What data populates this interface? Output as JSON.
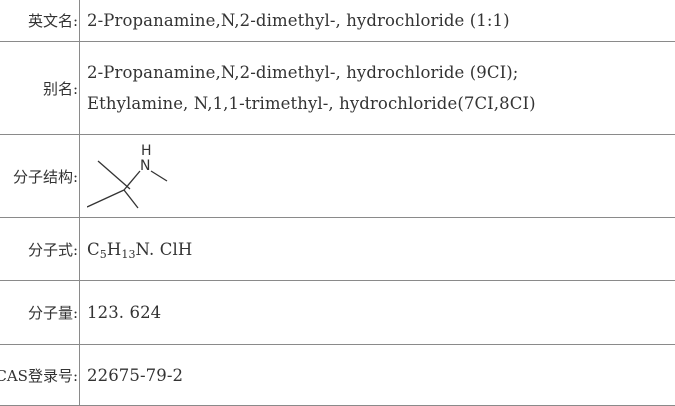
{
  "rows": {
    "english_name": {
      "label": "英文名:",
      "value": "2-Propanamine,N,2-dimethyl-, hydrochloride (1:1)"
    },
    "alias": {
      "label": "别名:",
      "lines": [
        "2-Propanamine,N,2-dimethyl-, hydrochloride (9CI);",
        "Ethylamine, N,1,1-trimethyl-, hydrochloride(7CI,8CI)"
      ]
    },
    "structure": {
      "label": "分子结构:",
      "atom_h": "H",
      "atom_n": "N"
    },
    "formula": {
      "label": "分子式:",
      "c": "C",
      "c_count": "5",
      "h": "H",
      "h_count": "13",
      "rest": "N. ClH"
    },
    "weight": {
      "label": "分子量:",
      "value": "123. 624"
    },
    "cas": {
      "label": "CAS登录号:",
      "value": "22675-79-2"
    }
  }
}
